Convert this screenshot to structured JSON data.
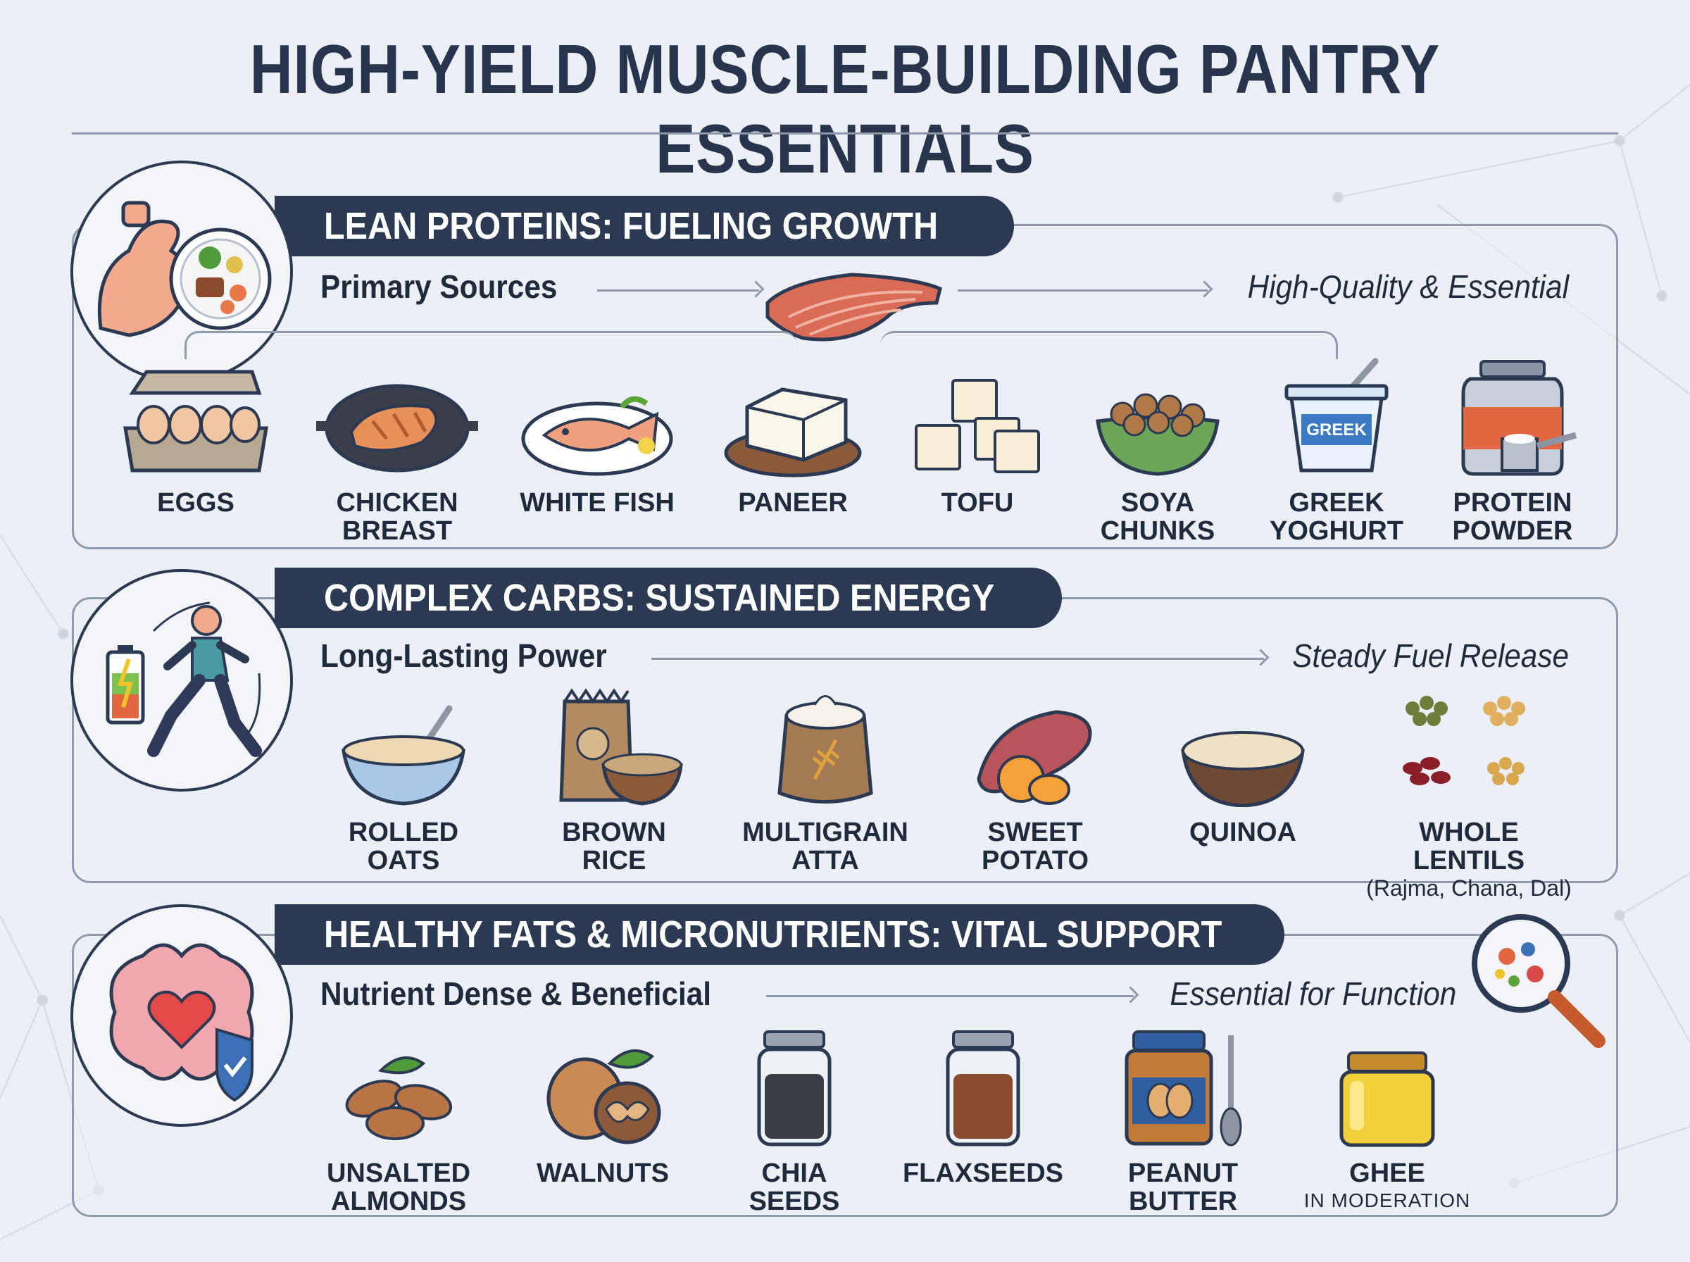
{
  "title": "HIGH-YIELD MUSCLE-BUILDING PANTRY ESSENTIALS",
  "colors": {
    "navy": "#2b3953",
    "background": "#eceff5",
    "panel_border": "#8f9bad",
    "text": "#1f2a3c"
  },
  "sections": [
    {
      "heading": "LEAN PROTEINS: FUELING GROWTH",
      "subhead": "Primary Sources",
      "tagline": "High-Quality & Essential",
      "badge_icon": "flexed-arm-plate-icon",
      "center_icon": "muscle-fiber-icon",
      "items": [
        {
          "label": "EGGS",
          "icon": "egg-carton-icon"
        },
        {
          "label": "CHICKEN\nBREAST",
          "icon": "chicken-breast-pan-icon"
        },
        {
          "label": "WHITE FISH",
          "icon": "fish-plate-icon"
        },
        {
          "label": "PANEER",
          "icon": "paneer-block-icon"
        },
        {
          "label": "TOFU",
          "icon": "tofu-cubes-icon"
        },
        {
          "label": "SOYA\nCHUNKS",
          "icon": "soya-bowl-icon"
        },
        {
          "label": "GREEK\nYOGHURT",
          "icon": "yoghurt-cup-icon",
          "cup_text": "GREEK"
        },
        {
          "label": "PROTEIN\nPOWDER",
          "icon": "protein-tub-icon"
        }
      ]
    },
    {
      "heading": "COMPLEX CARBS: SUSTAINED ENERGY",
      "subhead": "Long-Lasting Power",
      "tagline": "Steady Fuel Release",
      "badge_icon": "runner-battery-icon",
      "items": [
        {
          "label": "ROLLED\nOATS",
          "icon": "oats-bowl-icon"
        },
        {
          "label": "BROWN\nRICE",
          "icon": "rice-bag-icon"
        },
        {
          "label": "MULTIGRAIN\nATTA",
          "icon": "flour-sack-icon"
        },
        {
          "label": "SWEET\nPOTATO",
          "icon": "sweet-potato-icon"
        },
        {
          "label": "QUINOA",
          "icon": "quinoa-bowl-icon"
        },
        {
          "label": "WHOLE LENTILS",
          "note": "(Rajma, Chana, Dal)",
          "icon": "lentils-icon"
        }
      ]
    },
    {
      "heading": "HEALTHY FATS & MICRONUTRIENTS: VITAL SUPPORT",
      "subhead": "Nutrient Dense & Beneficial",
      "tagline": "Essential for Function",
      "badge_icon": "brain-heart-shield-icon",
      "corner_icon": "magnifier-icon",
      "items": [
        {
          "label": "UNSALTED\nALMONDS",
          "icon": "almonds-icon"
        },
        {
          "label": "WALNUTS",
          "icon": "walnuts-icon"
        },
        {
          "label": "CHIA\nSEEDS",
          "icon": "chia-jar-icon"
        },
        {
          "label": "FLAXSEEDS",
          "icon": "flax-jar-icon"
        },
        {
          "label": "PEANUT\nBUTTER",
          "icon": "peanut-butter-jar-icon"
        },
        {
          "label": "GHEE",
          "note": "IN MODERATION",
          "icon": "ghee-jar-icon"
        }
      ]
    }
  ]
}
